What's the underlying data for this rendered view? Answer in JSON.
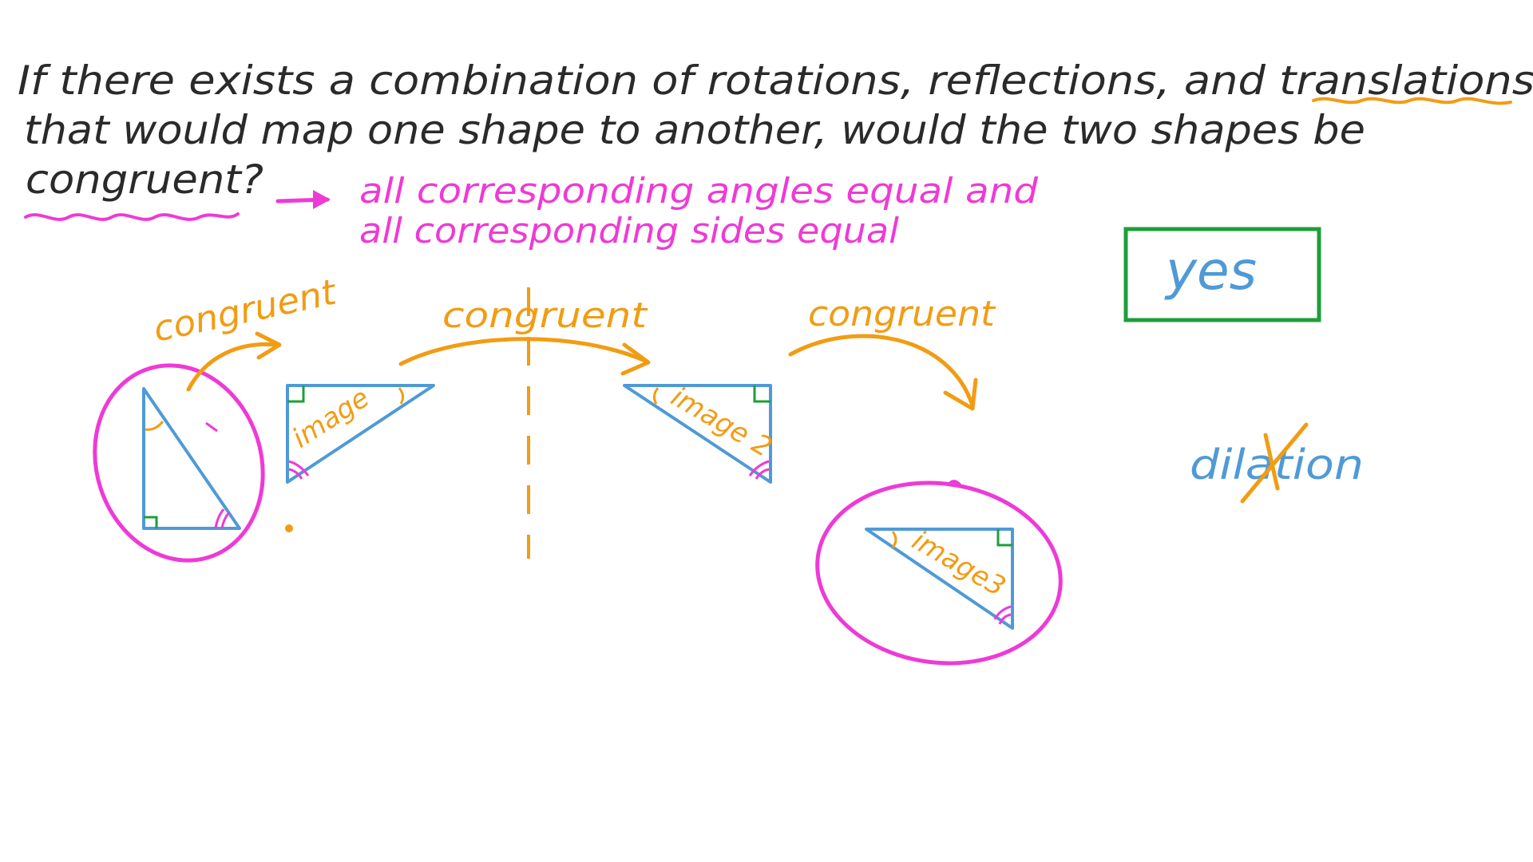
{
  "question": {
    "line1": "If there exists a combination of rotations, reflections, and translations",
    "line2": "that would map one shape to another, would the two shapes be",
    "line3": "congruent?"
  },
  "note": {
    "line1": "all corresponding angles equal and",
    "line2": "all corresponding sides equal"
  },
  "arrow_labels": [
    "congruent",
    "congruent",
    "congruent"
  ],
  "image_labels": [
    "image",
    "image 2",
    "image3"
  ],
  "answer": "yes",
  "crossed_word": "dilation",
  "colors": {
    "ink": "#2a2a2a",
    "pink": "#ee3ad6",
    "orange": "#f29c14",
    "blue": "#4f9ad6",
    "green": "#1e9e3a"
  }
}
